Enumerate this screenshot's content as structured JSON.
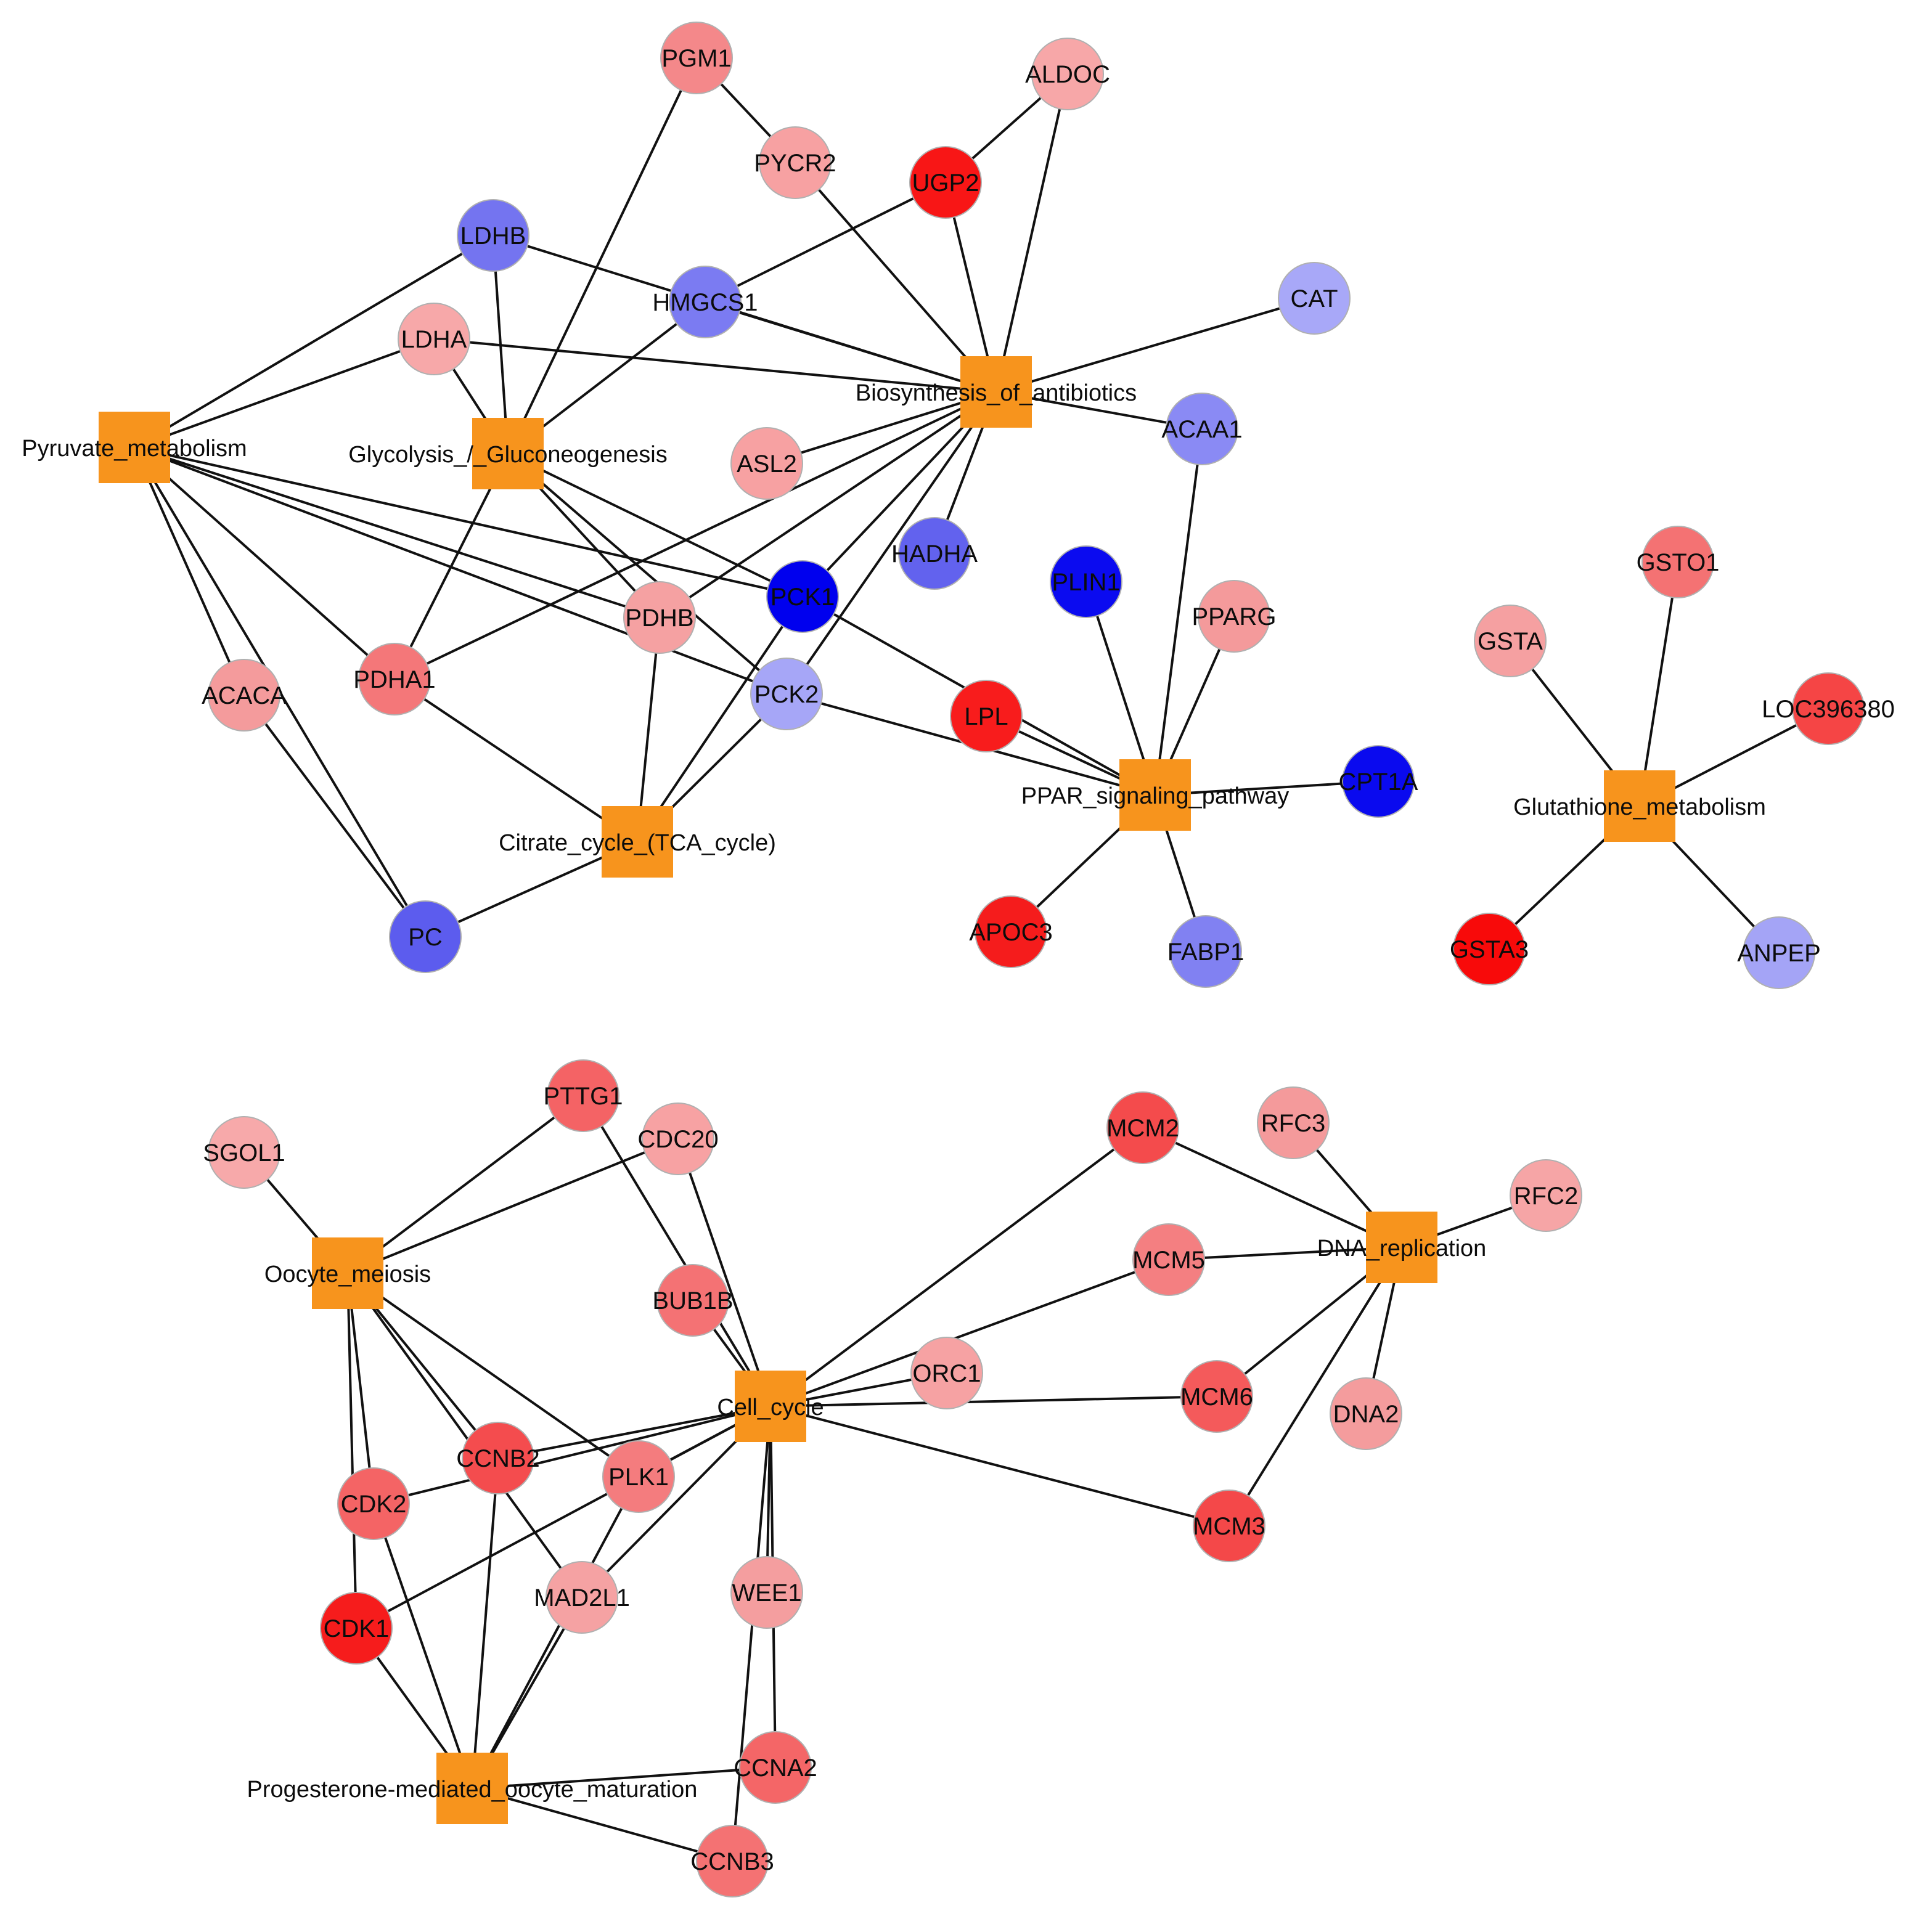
{
  "network": {
    "pathway_color": "#f7941d",
    "edge_color": "#111111",
    "pathways": [
      {
        "id": "pyruvate",
        "label": "Pyruvate_metabolism"
      },
      {
        "id": "glycolysis",
        "label": "Glycolysis_/_Gluconeogenesis"
      },
      {
        "id": "biosynthesis",
        "label": "Biosynthesis_of_antibiotics"
      },
      {
        "id": "citrate",
        "label": "Citrate_cycle_(TCA_cycle)"
      },
      {
        "id": "ppar",
        "label": "PPAR_signaling_pathway"
      },
      {
        "id": "glutathione",
        "label": "Glutathione_metabolism"
      },
      {
        "id": "oocyte",
        "label": "Oocyte_meiosis"
      },
      {
        "id": "cellcycle",
        "label": "Cell_cycle"
      },
      {
        "id": "dnarep",
        "label": "DNA_replication"
      },
      {
        "id": "progesterone",
        "label": "Progesterone-mediated_oocyte_maturation"
      }
    ],
    "genes": [
      {
        "id": "PGM1",
        "label": "PGM1",
        "color": "#f4888a"
      },
      {
        "id": "ALDOC",
        "label": "ALDOC",
        "color": "#f7a7a8"
      },
      {
        "id": "PYCR2",
        "label": "PYCR2",
        "color": "#f7a1a2"
      },
      {
        "id": "UGP2",
        "label": "UGP2",
        "color": "#f81616"
      },
      {
        "id": "LDHB",
        "label": "LDHB",
        "color": "#7474f0"
      },
      {
        "id": "HMGCS1",
        "label": "HMGCS1",
        "color": "#7b7bf2"
      },
      {
        "id": "CAT",
        "label": "CAT",
        "color": "#a8a8f8"
      },
      {
        "id": "LDHA",
        "label": "LDHA",
        "color": "#f7a8a9"
      },
      {
        "id": "ACAA1",
        "label": "ACAA1",
        "color": "#8a8af4"
      },
      {
        "id": "ASL2",
        "label": "ASL2",
        "color": "#f7a1a2"
      },
      {
        "id": "HADHA",
        "label": "HADHA",
        "color": "#6262ee"
      },
      {
        "id": "PLIN1",
        "label": "PLIN1",
        "color": "#0b0bf0"
      },
      {
        "id": "PPARG",
        "label": "PPARG",
        "color": "#f49a9b"
      },
      {
        "id": "PCK1",
        "label": "PCK1",
        "color": "#0000ee"
      },
      {
        "id": "PDHB",
        "label": "PDHB",
        "color": "#f5a1a2"
      },
      {
        "id": "PDHA1",
        "label": "PDHA1",
        "color": "#f47779"
      },
      {
        "id": "ACACA",
        "label": "ACACA",
        "color": "#f49b9c"
      },
      {
        "id": "PCK2",
        "label": "PCK2",
        "color": "#a6a6f7"
      },
      {
        "id": "LPL",
        "label": "LPL",
        "color": "#f81c1c"
      },
      {
        "id": "CPT1A",
        "label": "CPT1A",
        "color": "#0a0aef"
      },
      {
        "id": "PC",
        "label": "PC",
        "color": "#5c5cee"
      },
      {
        "id": "APOC3",
        "label": "APOC3",
        "color": "#f51c1c"
      },
      {
        "id": "FABP1",
        "label": "FABP1",
        "color": "#8181f2"
      },
      {
        "id": "GSTO1",
        "label": "GSTO1",
        "color": "#f47273"
      },
      {
        "id": "GSTA",
        "label": "GSTA",
        "color": "#f5a0a1"
      },
      {
        "id": "LOC396380",
        "label": "LOC396380",
        "color": "#f54545"
      },
      {
        "id": "GSTA3",
        "label": "GSTA3",
        "color": "#f80a0a"
      },
      {
        "id": "ANPEP",
        "label": "ANPEP",
        "color": "#a4a4f6"
      },
      {
        "id": "PTTG1",
        "label": "PTTG1",
        "color": "#f46365"
      },
      {
        "id": "SGOL1",
        "label": "SGOL1",
        "color": "#f7a9aa"
      },
      {
        "id": "CDC20",
        "label": "CDC20",
        "color": "#f7a2a3"
      },
      {
        "id": "MCM2",
        "label": "MCM2",
        "color": "#f44b4c"
      },
      {
        "id": "RFC3",
        "label": "RFC3",
        "color": "#f49a9b"
      },
      {
        "id": "RFC2",
        "label": "RFC2",
        "color": "#f6a5a6"
      },
      {
        "id": "MCM5",
        "label": "MCM5",
        "color": "#f47f81"
      },
      {
        "id": "BUB1B",
        "label": "BUB1B",
        "color": "#f47274"
      },
      {
        "id": "ORC1",
        "label": "ORC1",
        "color": "#f6a2a3"
      },
      {
        "id": "MCM6",
        "label": "MCM6",
        "color": "#f45a5b"
      },
      {
        "id": "DNA2",
        "label": "DNA2",
        "color": "#f49c9d"
      },
      {
        "id": "CCNB2",
        "label": "CCNB2",
        "color": "#f44c4e"
      },
      {
        "id": "PLK1",
        "label": "PLK1",
        "color": "#f47c7e"
      },
      {
        "id": "CDK2",
        "label": "CDK2",
        "color": "#f46465"
      },
      {
        "id": "MCM3",
        "label": "MCM3",
        "color": "#f44849"
      },
      {
        "id": "MAD2L1",
        "label": "MAD2L1",
        "color": "#f5a2a3"
      },
      {
        "id": "WEE1",
        "label": "WEE1",
        "color": "#f49e9f"
      },
      {
        "id": "CDK1",
        "label": "CDK1",
        "color": "#f61c1c"
      },
      {
        "id": "CCNA2",
        "label": "CCNA2",
        "color": "#f46667"
      },
      {
        "id": "CCNB3",
        "label": "CCNB3",
        "color": "#f47273"
      }
    ],
    "edges": [
      [
        "pyruvate",
        "LDHB"
      ],
      [
        "pyruvate",
        "LDHA"
      ],
      [
        "pyruvate",
        "ACACA"
      ],
      [
        "pyruvate",
        "PDHA1"
      ],
      [
        "pyruvate",
        "PDHB"
      ],
      [
        "pyruvate",
        "PCK1"
      ],
      [
        "pyruvate",
        "PCK2"
      ],
      [
        "pyruvate",
        "PC"
      ],
      [
        "glycolysis",
        "LDHB"
      ],
      [
        "glycolysis",
        "LDHA"
      ],
      [
        "glycolysis",
        "PGM1"
      ],
      [
        "glycolysis",
        "HMGCS1"
      ],
      [
        "glycolysis",
        "PDHA1"
      ],
      [
        "glycolysis",
        "PDHB"
      ],
      [
        "glycolysis",
        "PCK1"
      ],
      [
        "glycolysis",
        "PCK2"
      ],
      [
        "biosynthesis",
        "LDHB"
      ],
      [
        "biosynthesis",
        "LDHA"
      ],
      [
        "biosynthesis",
        "HMGCS1"
      ],
      [
        "biosynthesis",
        "PYCR2"
      ],
      [
        "biosynthesis",
        "UGP2"
      ],
      [
        "biosynthesis",
        "ALDOC"
      ],
      [
        "biosynthesis",
        "CAT"
      ],
      [
        "biosynthesis",
        "ACAA1"
      ],
      [
        "biosynthesis",
        "ASL2"
      ],
      [
        "biosynthesis",
        "HADHA"
      ],
      [
        "biosynthesis",
        "PDHB"
      ],
      [
        "biosynthesis",
        "PDHA1"
      ],
      [
        "biosynthesis",
        "PCK1"
      ],
      [
        "biosynthesis",
        "PCK2"
      ],
      [
        "PGM1",
        "PYCR2"
      ],
      [
        "ALDOC",
        "UGP2"
      ],
      [
        "UGP2",
        "HMGCS1"
      ],
      [
        "citrate",
        "PDHA1"
      ],
      [
        "citrate",
        "PDHB"
      ],
      [
        "citrate",
        "PCK1"
      ],
      [
        "citrate",
        "PCK2"
      ],
      [
        "citrate",
        "PC"
      ],
      [
        "ACACA",
        "PC"
      ],
      [
        "ppar",
        "PLIN1"
      ],
      [
        "ppar",
        "PPARG"
      ],
      [
        "ppar",
        "ACAA1"
      ],
      [
        "ppar",
        "LPL"
      ],
      [
        "ppar",
        "PCK1"
      ],
      [
        "ppar",
        "PCK2"
      ],
      [
        "ppar",
        "CPT1A"
      ],
      [
        "ppar",
        "APOC3"
      ],
      [
        "ppar",
        "FABP1"
      ],
      [
        "glutathione",
        "GSTO1"
      ],
      [
        "glutathione",
        "GSTA"
      ],
      [
        "glutathione",
        "LOC396380"
      ],
      [
        "glutathione",
        "GSTA3"
      ],
      [
        "glutathione",
        "ANPEP"
      ],
      [
        "oocyte",
        "SGOL1"
      ],
      [
        "oocyte",
        "PTTG1"
      ],
      [
        "oocyte",
        "CDC20"
      ],
      [
        "oocyte",
        "CCNB2"
      ],
      [
        "oocyte",
        "PLK1"
      ],
      [
        "oocyte",
        "CDK2"
      ],
      [
        "oocyte",
        "CDK1"
      ],
      [
        "oocyte",
        "MAD2L1"
      ],
      [
        "cellcycle",
        "PTTG1"
      ],
      [
        "cellcycle",
        "CDC20"
      ],
      [
        "cellcycle",
        "BUB1B"
      ],
      [
        "cellcycle",
        "MCM2"
      ],
      [
        "cellcycle",
        "MCM5"
      ],
      [
        "cellcycle",
        "ORC1"
      ],
      [
        "cellcycle",
        "MCM6"
      ],
      [
        "cellcycle",
        "MCM3"
      ],
      [
        "cellcycle",
        "CCNB2"
      ],
      [
        "cellcycle",
        "PLK1"
      ],
      [
        "cellcycle",
        "CDK2"
      ],
      [
        "cellcycle",
        "CDK1"
      ],
      [
        "cellcycle",
        "MAD2L1"
      ],
      [
        "cellcycle",
        "WEE1"
      ],
      [
        "cellcycle",
        "CCNA2"
      ],
      [
        "cellcycle",
        "CCNB3"
      ],
      [
        "dnarep",
        "MCM2"
      ],
      [
        "dnarep",
        "RFC3"
      ],
      [
        "dnarep",
        "RFC2"
      ],
      [
        "dnarep",
        "MCM5"
      ],
      [
        "dnarep",
        "MCM6"
      ],
      [
        "dnarep",
        "DNA2"
      ],
      [
        "dnarep",
        "MCM3"
      ],
      [
        "progesterone",
        "CDK2"
      ],
      [
        "progesterone",
        "CDK1"
      ],
      [
        "progesterone",
        "CCNB2"
      ],
      [
        "progesterone",
        "PLK1"
      ],
      [
        "progesterone",
        "MAD2L1"
      ],
      [
        "progesterone",
        "CCNA2"
      ],
      [
        "progesterone",
        "CCNB3"
      ]
    ]
  }
}
